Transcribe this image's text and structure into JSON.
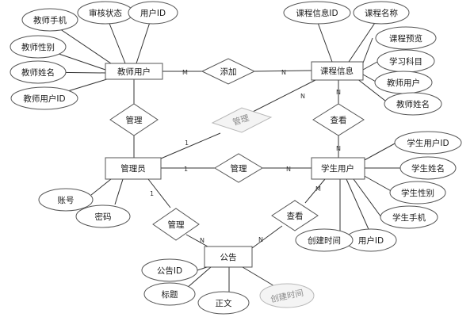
{
  "entities": {
    "teacher": "教师用户",
    "course": "课程信息",
    "admin": "管理员",
    "student": "学生用户",
    "notice": "公告"
  },
  "relationships": {
    "add": "添加",
    "manage_teacher": "管理",
    "manage_course": "管理",
    "manage_student": "管理",
    "manage_notice": "管理",
    "view_course": "查看",
    "view_notice": "查看"
  },
  "attributes": {
    "teacher": [
      "教师手机",
      "审核状态",
      "用户ID",
      "教师性别",
      "教师姓名",
      "教师用户ID"
    ],
    "course": [
      "课程信息ID",
      "课程名称",
      "课程预览",
      "学习科目",
      "教师用户",
      "教师姓名"
    ],
    "admin": [
      "账号",
      "密码"
    ],
    "student": [
      "学生用户ID",
      "学生姓名",
      "学生性别",
      "学生手机",
      "用户ID",
      "创建时间"
    ],
    "notice": [
      "公告ID",
      "标题",
      "正文",
      "创建时间"
    ]
  },
  "cardinalities": {
    "teacher_add": "M",
    "add_course": "N",
    "admin_to_course": "1",
    "course_end": "N",
    "admin_to_student": "1",
    "student_end": "N",
    "admin_to_notice": "1",
    "notice_end": "N",
    "course_view_top": "N",
    "course_view_bottom": "N",
    "student_view": "M",
    "notice_view": "N"
  }
}
